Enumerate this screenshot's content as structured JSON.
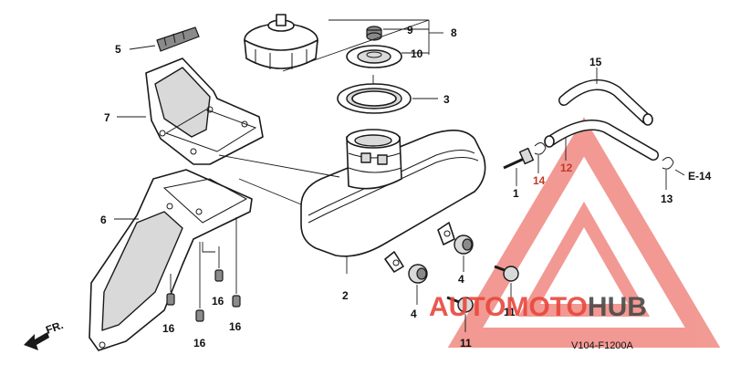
{
  "callouts": {
    "c1": "1",
    "c2": "2",
    "c3": "3",
    "c4a": "4",
    "c4b": "4",
    "c5": "5",
    "c6": "6",
    "c7": "7",
    "c8": "8",
    "c9": "9",
    "c10": "10",
    "c11a": "11",
    "c11b": "11",
    "c12": "12",
    "c13": "13",
    "c14": "14",
    "c15": "15",
    "c16a": "16",
    "c16b": "16",
    "c16c": "16",
    "c16d": "16"
  },
  "reference": "E-14",
  "direction": "FR.",
  "diagram_code": "V104-F1200A",
  "watermark": {
    "part1": "AUTO",
    "part2": "MOTO",
    "part3": "HUB"
  },
  "colors": {
    "watermark_red": "#e8473c",
    "watermark_gray": "#4a4a4a",
    "ink": "#1a1a1a"
  }
}
